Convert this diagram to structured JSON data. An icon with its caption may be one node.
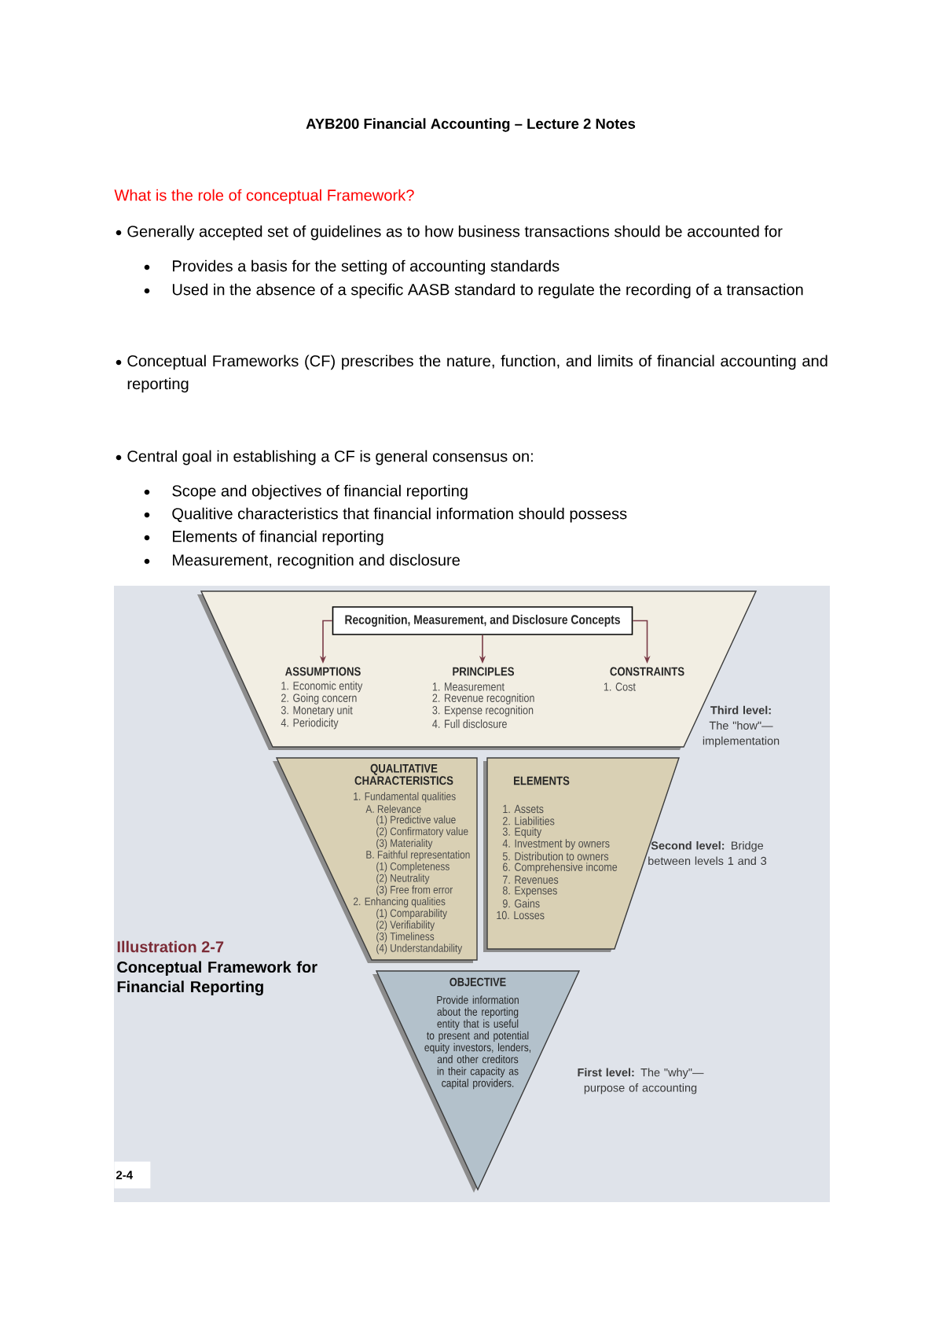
{
  "diagram": {
    "title": "AYB200 Financial Accounting – Lecture 2 Notes",
    "nodes": [
      {
        "text": [],
        "shape": "trapezoid",
        "beside": [
          "**Third level:** The \"how\"— implementation"
        ]
      },
      {
        "text": [
          "Recognition, Measurement, and Disclosure Concepts"
        ],
        "in": 0
      },
      {
        "text": [
          "ASSUMPTIONS",
          "1. Economic entity",
          "2. Going concern",
          "3. Monetary unit",
          "4. Periodicity"
        ],
        "in": 0
      },
      {
        "text": [
          "PRINCIPLES",
          "1. Measurement",
          "2. Revenue recognition",
          "3. Expense recognition",
          "4. Full disclosure"
        ],
        "in": 0
      },
      {
        "text": [
          "CONSTRAINTS",
          "1. Cost"
        ],
        "in": 0
      },
      {
        "text": [
          "QUALITATIVE CHARACTERISTICS",
          "1. Fundamental qualities",
          "A. Relevance",
          "(1) Predictive value",
          "(2) Confirmatory value",
          "(3) Materiality",
          "B. Faithful representation",
          "(1) Completeness",
          "(2) Neutrality",
          "(3) Free from error",
          "2. Enhancing qualities",
          "(1) Comparability",
          "(2) Verifiability",
          "(3) Timeliness",
          "(4) Understandability"
        ]
      },
      {
        "text": [
          "ELEMENTS",
          "1. Assets",
          "2. Liabilities",
          "3. Equity",
          "4. Investment by owners",
          "5. Distribution to owners",
          "6. Comprehensive income",
          "7. Revenues",
          "8. Expenses",
          "9. Gains",
          "10. Losses"
        ],
        "beside": [
          "**Second level:** Bridge between levels 1 and 3"
        ]
      },
      {
        "text": [
          "OBJECTIVE",
          "Provide information about the reporting entity that is useful to present and potential equity investors, lenders, and other creditors in their capacity as capital providers."
        ],
        "beside": [
          "**First level:** The \"why\"— purpose of accounting"
        ]
      },
      {
        "text": [
          "2-4"
        ]
      }
    ],
    "edges": [
      {
        "from": 1,
        "to": 2,
        "arrow": "to"
      },
      {
        "from": 1,
        "to": 3,
        "arrow": "to"
      },
      {
        "from": 1,
        "to": 4,
        "arrow": "to"
      }
    ],
    "labels": [
      "What is the role of conceptual Framework?",
      "Generally accepted set of guidelines as to how business transactions should be accounted for",
      "Provides a basis for the setting of accounting standards",
      "Used in the absence of a specific AASB standard to regulate the recording of a transaction",
      "Conceptual Frameworks (CF) prescribes the nature, function, and limits of financial accounting and reporting",
      "Central goal in establishing a CF is general consensus on:",
      "Scope and objectives of financial reporting",
      "Qualitive characteristics that financial information should possess",
      "Elements of financial reporting",
      "Measurement, recognition and disclosure",
      "Illustration 2-7",
      "Conceptual Framework for Financial Reporting"
    ]
  }
}
